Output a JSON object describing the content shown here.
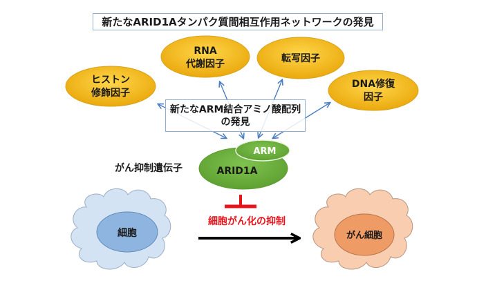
{
  "title": "新たなARID1Aタンパク質間相互作用ネットワークの発見",
  "partners": [
    {
      "line1": "ヒストン",
      "line2": "修飾因子"
    },
    {
      "line1": "RNA",
      "line2": "代謝因子"
    },
    {
      "line1": "転写因子",
      "line2": ""
    },
    {
      "line1": "DNA修復",
      "line2": "因子"
    }
  ],
  "arm_discovery": {
    "line1": "新たなARM結合アミノ酸配列",
    "line2": "の発見"
  },
  "arm_label": "ARM",
  "arid1a_label": "ARID1A",
  "tumor_suppressor_label": "がん抑制遺伝子",
  "normal_cell_label": "細胞",
  "cancer_cell_label": "がん細胞",
  "inhibition_label": "細胞がん化の抑制",
  "colors": {
    "partner_fill": "#f2b819",
    "arm_green": "#6cb33f",
    "arrow_blue": "#4a7ec2",
    "inhibit_red": "#e8141c",
    "normal_cloud": "#d3e3f4",
    "normal_nucleus": "#8db5df",
    "cancer_cloud": "#f8cdb0",
    "cancer_nucleus": "#ef9b66"
  }
}
